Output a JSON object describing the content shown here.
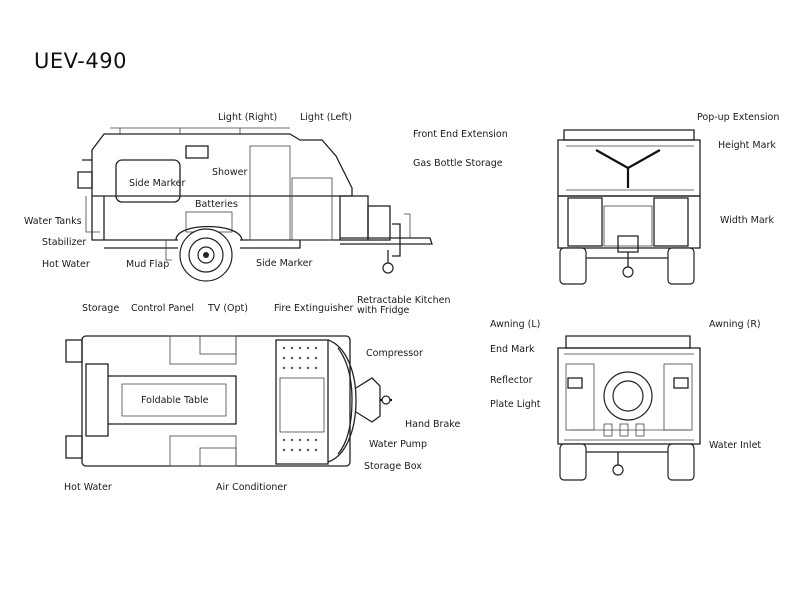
{
  "title": "UEV-490",
  "side_view": {
    "labels": {
      "light_right": "Light (Right)",
      "light_left": "Light (Left)",
      "front_end_extension": "Front End Extension",
      "gas_bottle_storage": "Gas Bottle Storage",
      "shower": "Shower",
      "side_marker_inside": "Side Marker",
      "batteries": "Batteries",
      "water_tanks": "Water Tanks",
      "stabilizer": "Stabilizer",
      "hot_water": "Hot Water",
      "mud_flap": "Mud Flap",
      "side_marker": "Side Marker"
    }
  },
  "front_view": {
    "labels": {
      "popup_extension": "Pop-up Extension",
      "height_mark": "Height Mark",
      "width_mark": "Width Mark"
    }
  },
  "top_view": {
    "labels": {
      "storage": "Storage",
      "control_panel": "Control Panel",
      "tv": "TV (Opt)",
      "fire_extinguisher": "Fire Extinguisher",
      "retractable_kitchen_line1": "Retractable Kitchen",
      "retractable_kitchen_line2": "with Fridge",
      "compressor": "Compressor",
      "foldable_table": "Foldable Table",
      "hand_brake": "Hand Brake",
      "water_pump": "Water Pump",
      "storage_box": "Storage Box",
      "hot_water": "Hot Water",
      "air_conditioner": "Air Conditioner"
    }
  },
  "rear_view": {
    "labels": {
      "awning_left": "Awning (L)",
      "awning_right": "Awning (R)",
      "end_mark": "End Mark",
      "reflector": "Reflector",
      "plate_light": "Plate Light",
      "water_inlet": "Water Inlet"
    }
  }
}
